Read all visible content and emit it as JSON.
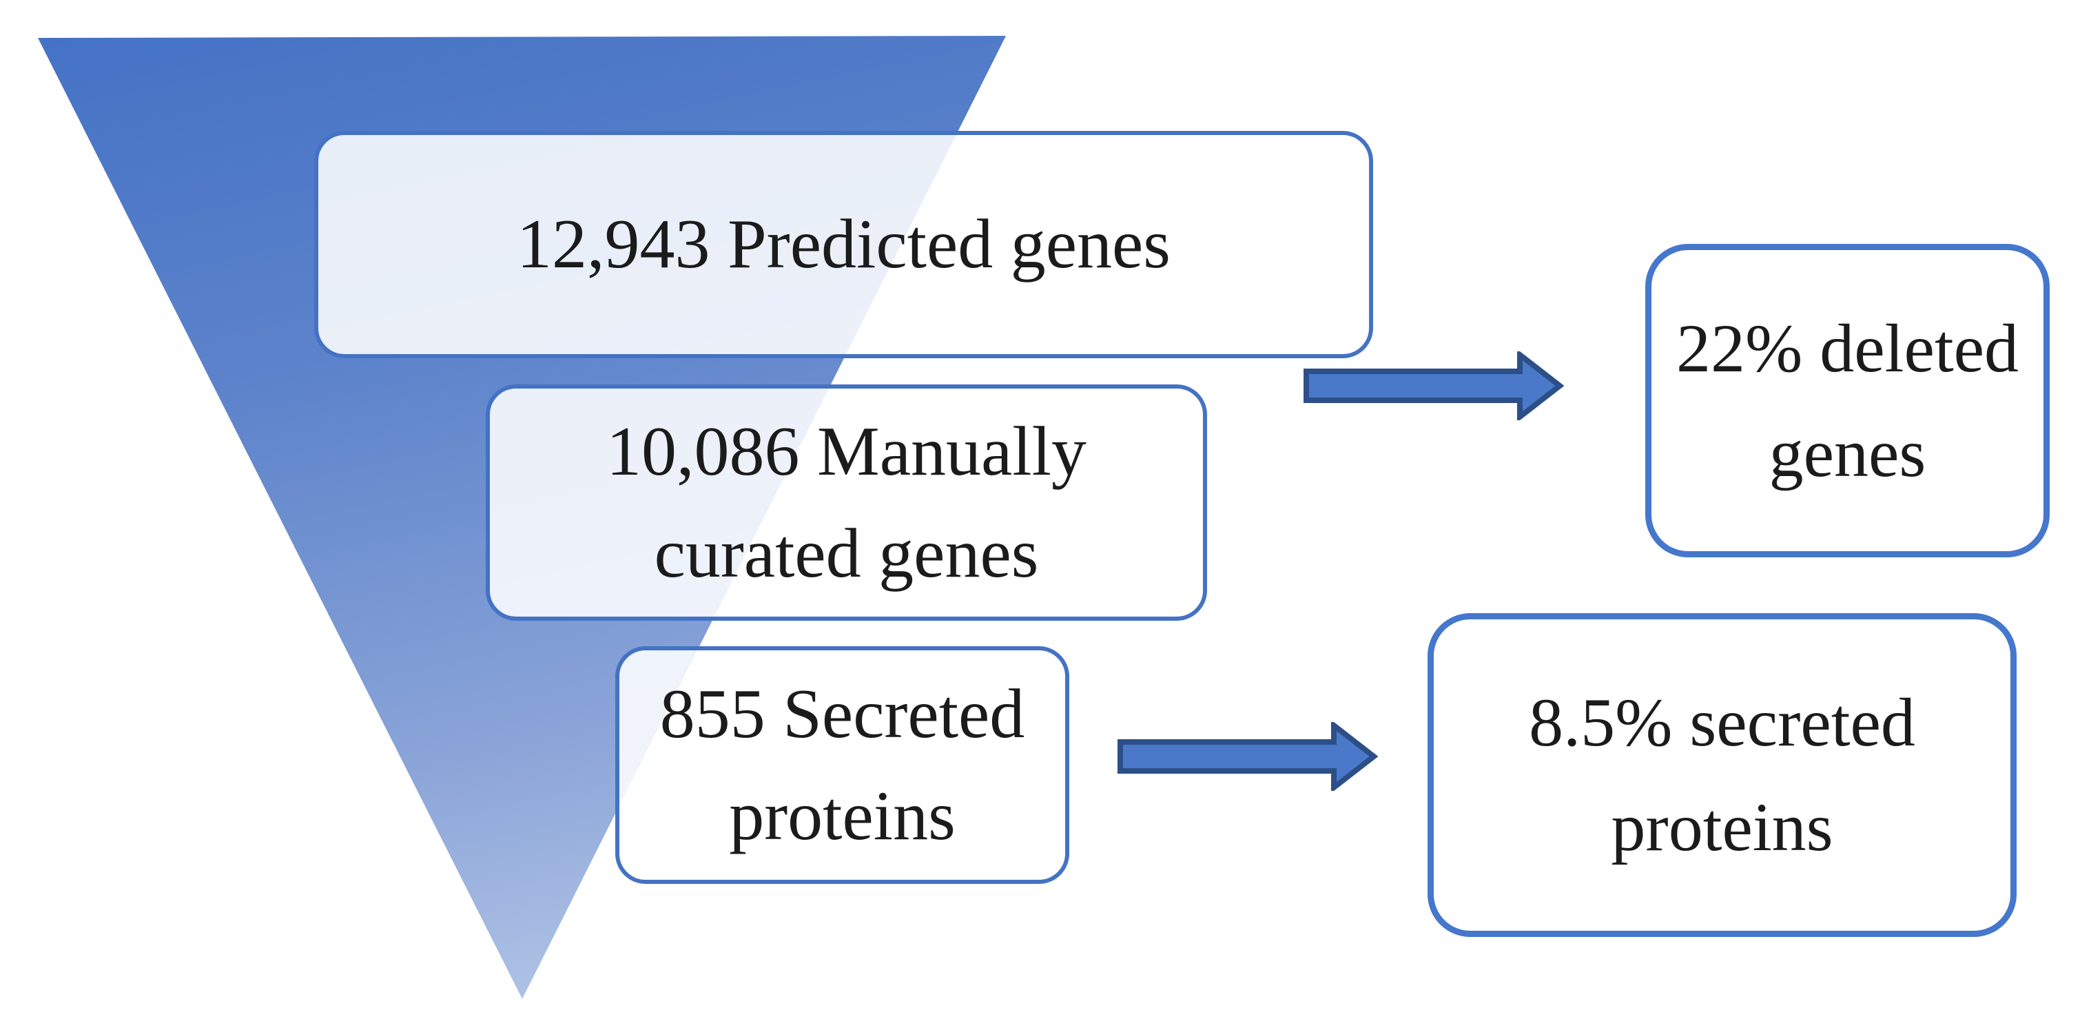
{
  "figure": {
    "type": "funnel-flow-diagram",
    "funnel": {
      "stages": [
        {
          "line1": "12,943 Predicted genes"
        },
        {
          "line1": "10,086 Manually",
          "line2": "curated genes"
        },
        {
          "line1": "855 Secreted",
          "line2": "proteins"
        }
      ]
    },
    "callouts": [
      {
        "line1": "22% deleted",
        "line2": "genes"
      },
      {
        "line1": "8.5% secreted",
        "line2": "proteins"
      }
    ],
    "colors": {
      "box_border": "#4472C4",
      "callout_border": "#4577CC",
      "arrow_fill": "#4A79CA",
      "arrow_outline": "#2C4F87",
      "funnel_gradient_top": "#4472C5",
      "funnel_gradient_bottom": "#D2DFF2",
      "text": "#1B1B1B",
      "background": "#FFFFFF"
    }
  }
}
